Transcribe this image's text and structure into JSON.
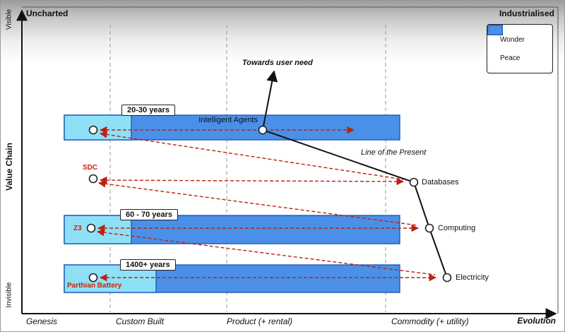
{
  "corners": {
    "top_left": "Uncharted",
    "top_right": "Industrialised"
  },
  "axes": {
    "y_label": "Value Chain",
    "y_top": "Visible",
    "y_bottom": "Invisible",
    "x_label": "Evolution",
    "stages": [
      "Genesis",
      "Custom Built",
      "Product (+ rental)",
      "Commodity (+ utility)"
    ]
  },
  "legend": {
    "items": [
      {
        "label": "Wonder",
        "color": "#8ee0f7"
      },
      {
        "label": "Peace",
        "color": "#4a90e8"
      }
    ]
  },
  "annotations": {
    "towards_user_need": "Towards user need",
    "line_of_present": "Line of the Present"
  },
  "periods": [
    {
      "label": "20-30 years"
    },
    {
      "label": "60 - 70 years"
    },
    {
      "label": "1400+ years"
    }
  ],
  "components": [
    {
      "label": "Intelligent Agents"
    },
    {
      "label": "Databases"
    },
    {
      "label": "Computing"
    },
    {
      "label": "Electricity"
    }
  ],
  "historical": [
    {
      "label": "SDC"
    },
    {
      "label": "Z3"
    },
    {
      "label": "Parthian Battery"
    }
  ],
  "colors": {
    "wonder": "#8ee0f7",
    "peace": "#4a90e8",
    "bar_border": "#1c5bb8",
    "movement_arrow": "#bb2211",
    "present_line": "#111111"
  }
}
